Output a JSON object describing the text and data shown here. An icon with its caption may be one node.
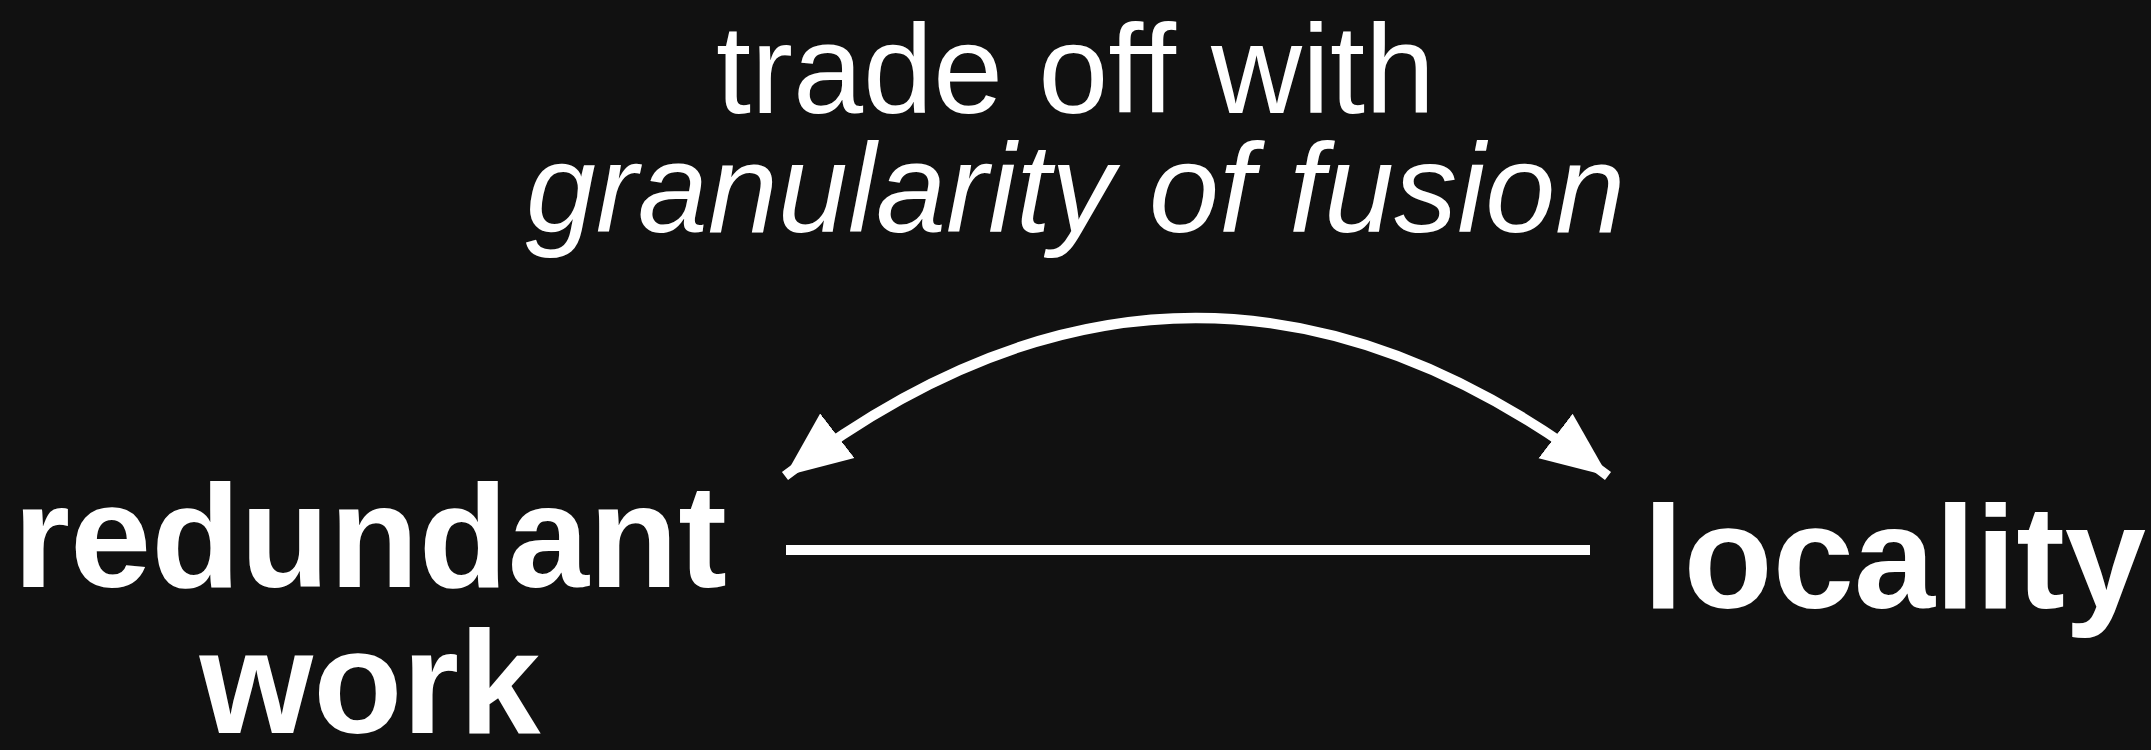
{
  "diagram": {
    "nodes": [
      {
        "text": [
          "redundant work"
        ]
      },
      {
        "text": [
          "locality"
        ]
      }
    ],
    "edges": [
      {
        "from": 0,
        "to": 1,
        "arrow": "both"
      },
      {
        "from": 0,
        "to": 1,
        "arrow": "none"
      }
    ],
    "labels": [
      "trade off with",
      "granularity of fusion"
    ]
  }
}
